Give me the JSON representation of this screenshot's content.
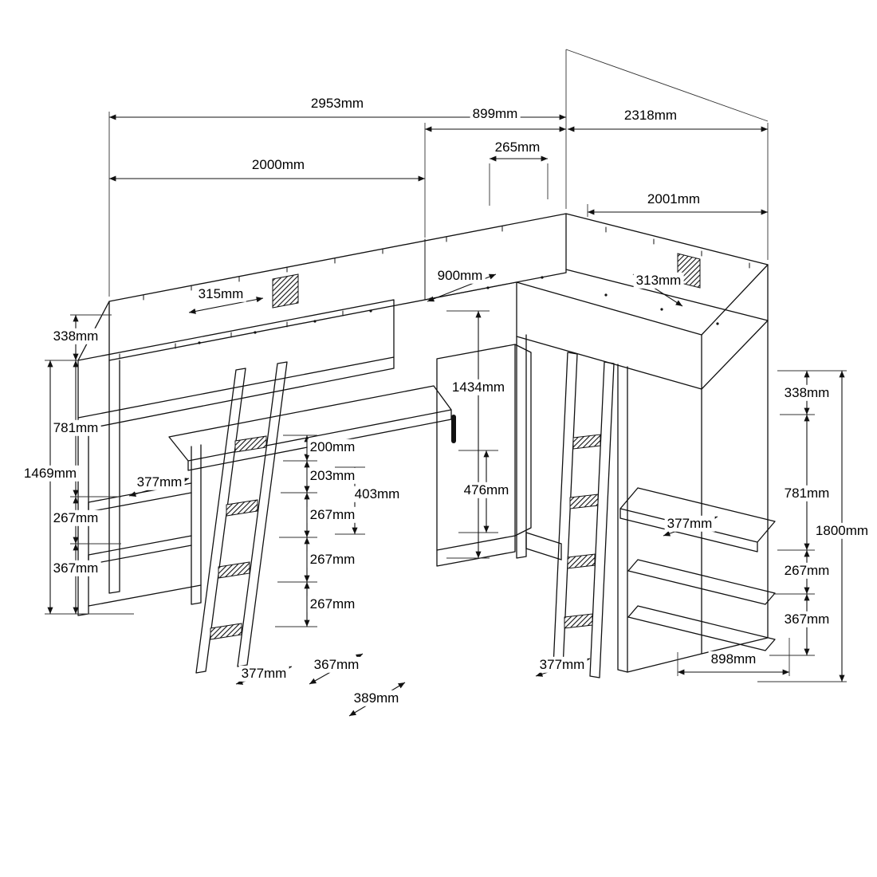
{
  "colors": {
    "line": "#111111",
    "background": "#ffffff"
  },
  "labels": {
    "overall_width_2953": "2953mm",
    "top_899": "899mm",
    "top_2318": "2318mm",
    "left_bed_length_2000": "2000mm",
    "top_265": "265mm",
    "right_bed_length_2001": "2001mm",
    "bed_width_900": "900mm",
    "vent_left_315": "315mm",
    "vent_right_313": "313mm",
    "left_338": "338mm",
    "left_781": "781mm",
    "left_total_1469": "1469mm",
    "left_267": "267mm",
    "left_367": "367mm",
    "left_shelf_377": "377mm",
    "mid_200": "200mm",
    "mid_203": "203mm",
    "mid_403": "403mm",
    "mid_1434": "1434mm",
    "mid_476": "476mm",
    "mid_267_a": "267mm",
    "mid_267_b": "267mm",
    "mid_267_c": "267mm",
    "bottom_left_377": "377mm",
    "bottom_367": "367mm",
    "bottom_389": "389mm",
    "bottom_mid_377": "377mm",
    "bottom_right_898": "898mm",
    "right_338": "338mm",
    "right_781": "781mm",
    "right_total_1800": "1800mm",
    "right_267": "267mm",
    "right_367": "367mm",
    "right_desk_377": "377mm"
  }
}
